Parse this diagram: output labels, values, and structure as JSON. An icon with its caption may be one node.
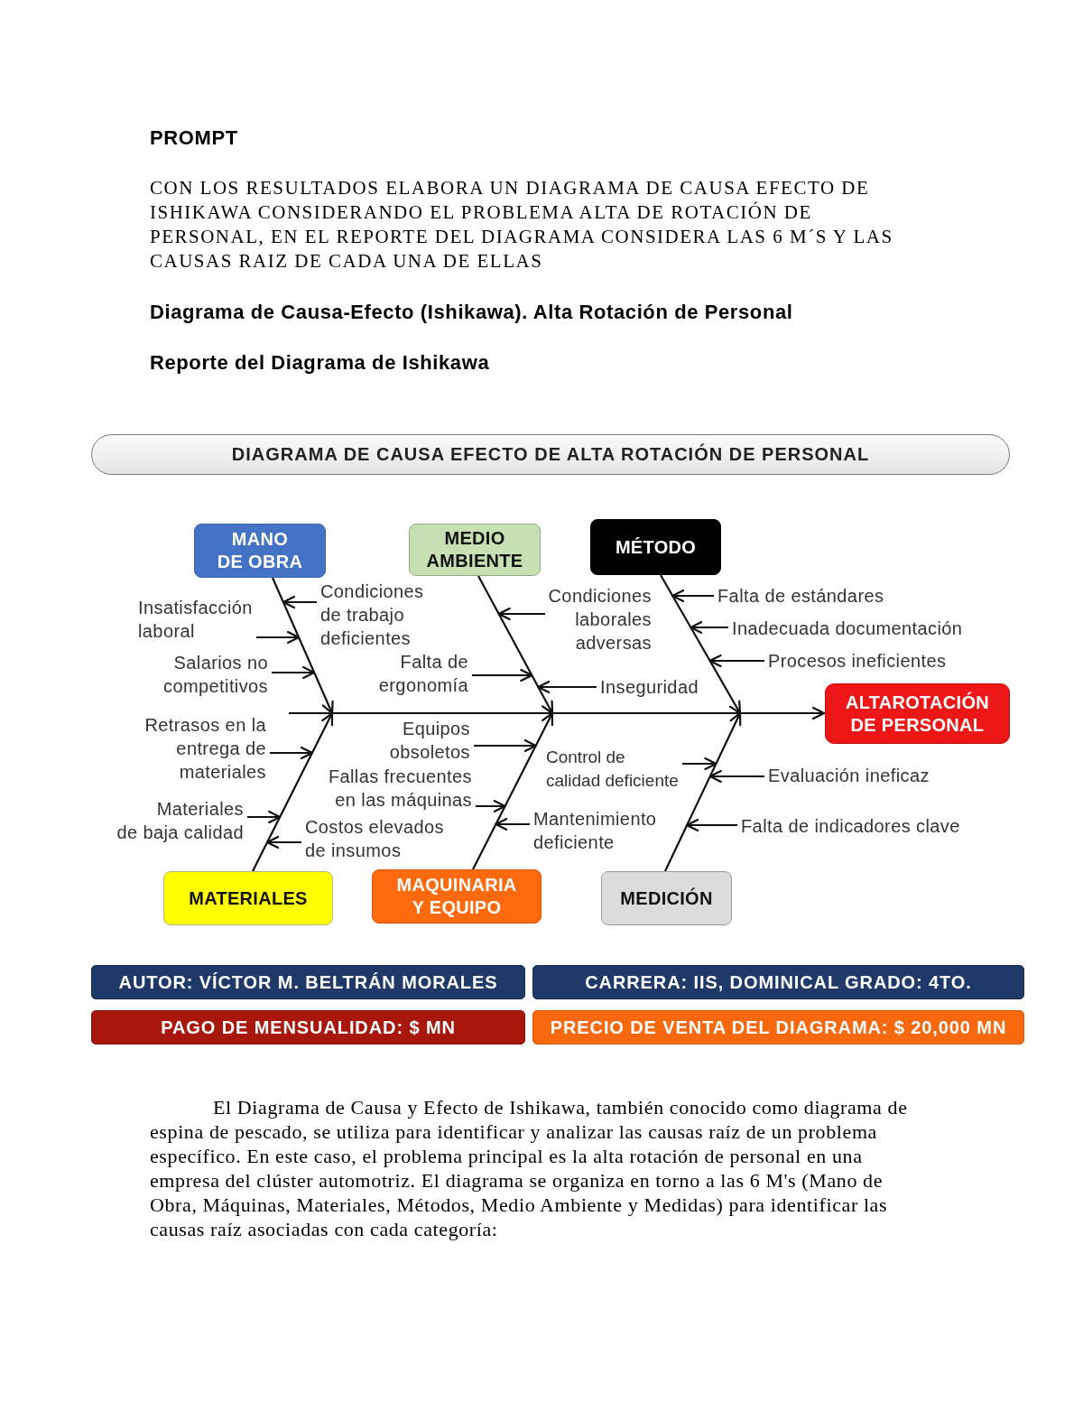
{
  "diagram": {
    "nodes": [
      {
        "text": [
          "DIAGRAMA DE CAUSA EFECTO DE ALTA ROTACIÓN DE PERSONAL"
        ]
      },
      {
        "text": [
          "MANO DE OBRA"
        ]
      },
      {
        "text": [
          "MEDIO AMBIENTE"
        ]
      },
      {
        "text": [
          "MÉTODO"
        ]
      },
      {
        "text": [
          "Condiciones de trabajo deficientes"
        ]
      },
      {
        "text": [
          "Falta de estándares"
        ]
      },
      {
        "text": [
          "Condiciones laborales adversas"
        ]
      },
      {
        "text": [
          "Insatisfacción laboral"
        ]
      },
      {
        "text": [
          "Inadecuada documentación"
        ]
      },
      {
        "text": [
          "Procesos ineficientes"
        ]
      },
      {
        "text": [
          "Salarios no competitivos"
        ]
      },
      {
        "text": [
          "Falta de ergonomía"
        ]
      },
      {
        "text": [
          "Inseguridad"
        ]
      },
      {
        "text": [
          "ALTAROTACIÓN DE PERSONAL"
        ]
      },
      {
        "text": [
          "Retrasos en la entrega de materiales"
        ]
      },
      {
        "text": [
          "Equipos obsoletos"
        ]
      },
      {
        "text": [
          "Control de calidad deficiente"
        ]
      },
      {
        "text": [
          "Fallas frecuentes en las máquinas"
        ]
      },
      {
        "text": [
          "Evaluación ineficaz"
        ]
      },
      {
        "text": [
          "Materiales de baja calidad"
        ]
      },
      {
        "text": [
          "Costos elevados de insumos"
        ]
      },
      {
        "text": [
          "Mantenimiento deficiente"
        ]
      },
      {
        "text": [
          "Falta de indicadores clave"
        ]
      },
      {
        "text": [
          "MATERIALES"
        ]
      },
      {
        "text": [
          "MAQUINARIA Y EQUIPO"
        ]
      },
      {
        "text": [
          "MEDICIÓN"
        ]
      },
      {
        "text": [
          "AUTOR: VÍCTOR M. BELTRÁN MORALES"
        ]
      },
      {
        "text": [
          "CARRERA: IIS, DOMINICAL GRADO: 4TO."
        ]
      },
      {
        "text": [
          "PAGO DE MENSUALIDAD: $ MN"
        ]
      },
      {
        "text": [
          "PRECIO DE VENTA DEL DIAGRAMA: $ 20,000 MN"
        ]
      }
    ],
    "edges": [
      {
        "from": 1,
        "to": 13,
        "arrow": "to"
      },
      {
        "from": 2,
        "to": 13,
        "arrow": "to"
      },
      {
        "from": 3,
        "to": 13,
        "arrow": "to"
      },
      {
        "from": 23,
        "to": 13,
        "arrow": "to"
      },
      {
        "from": 24,
        "to": 13,
        "arrow": "to"
      },
      {
        "from": 25,
        "to": 13,
        "arrow": "to"
      },
      {
        "from": 4,
        "to": 13,
        "arrow": "to"
      },
      {
        "from": 5,
        "to": 13,
        "arrow": "to"
      },
      {
        "from": 6,
        "to": 13,
        "arrow": "to"
      },
      {
        "from": 7,
        "to": 13,
        "arrow": "to"
      },
      {
        "from": 8,
        "to": 13,
        "arrow": "to"
      },
      {
        "from": 9,
        "to": 13,
        "arrow": "to"
      },
      {
        "from": 10,
        "to": 13,
        "arrow": "to"
      },
      {
        "from": 11,
        "to": 13,
        "arrow": "to"
      },
      {
        "from": 12,
        "to": 13,
        "arrow": "to"
      },
      {
        "from": 14,
        "to": 13,
        "arrow": "to"
      },
      {
        "from": 15,
        "to": 13,
        "arrow": "to"
      },
      {
        "from": 16,
        "to": 13,
        "arrow": "to"
      },
      {
        "from": 17,
        "to": 13,
        "arrow": "to"
      },
      {
        "from": 18,
        "to": 13,
        "arrow": "to"
      },
      {
        "from": 19,
        "to": 13,
        "arrow": "to"
      },
      {
        "from": 20,
        "to": 13,
        "arrow": "to"
      },
      {
        "from": 21,
        "to": 13,
        "arrow": "to"
      },
      {
        "from": 22,
        "to": 13,
        "arrow": "to"
      }
    ],
    "labels": [
      "PROMPT",
      "CON LOS RESULTADOS ELABORA UN DIAGRAMA DE CAUSA EFECTO DE ISHIKAWA CONSIDERANDO EL PROBLEMA ALTA DE ROTACIÓN DE PERSONAL, EN EL REPORTE DEL DIAGRAMA CONSIDERA LAS 6 M´S Y LAS CAUSAS RAIZ DE CADA UNA DE ELLAS",
      "Diagrama de Causa-Efecto (Ishikawa). Alta Rotación de Personal",
      "Reporte del Diagrama de Ishikawa",
      "El Diagrama de Causa y Efecto de Ishikawa, también conocido como diagrama de espina de pescado, se utiliza para identificar y analizar las causas raíz de un problema específico. En este caso, el problema principal es la alta rotación de personal en una empresa del clúster automotriz. El diagrama se organiza en torno a las 6 M's (Mano de Obra, Máquinas, Materiales, Métodos, Medio Ambiente y Medidas) para identificar las causas raíz asociadas con cada categoría:"
    ]
  }
}
